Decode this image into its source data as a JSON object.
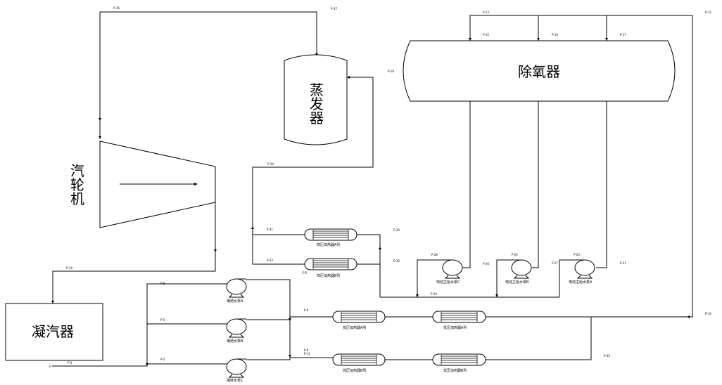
{
  "equipment": {
    "turbine": "汽轮机",
    "steam_generator": "蒸发器",
    "deaerator": "除氧器",
    "condenser": "凝汽器",
    "condensate_pump_a": "凝结水泵A",
    "condensate_pump_b": "凝结水泵B",
    "condensate_pump_c": "凝结水泵C",
    "hp_heater_a": "高压加热器A列",
    "hp_heater_b": "高压加热器B列",
    "lp_heater_a1": "低压加热器A列",
    "lp_heater_a2": "低压加热器A列",
    "lp_heater_b1": "低压加热器B列",
    "lp_heater_b2": "低压加热器B列",
    "fw_pump_a": "电动主给水泵A",
    "fw_pump_b": "电动主给水泵B",
    "fw_pump_c": "电动主给水泵C"
  },
  "pipes": {
    "p36": "P-36",
    "p37": "P-37",
    "p13": "P-13",
    "p15": "P-15",
    "p16": "P-16",
    "p17": "P-17",
    "p12_top": "P-12",
    "p18": "P-18",
    "p34": "P-34",
    "p31": "P-31",
    "p33": "P-33",
    "p5_hp": "P-5",
    "p30": "P-30",
    "p30b": "P-30",
    "p28": "P-28",
    "p25": "P-25",
    "p26": "P-26",
    "p20": "P-20",
    "p27": "P-27",
    "p21": "P-21",
    "p24": "P-24",
    "p10": "P-10",
    "p8": "P-8",
    "p14": "P-14",
    "p6": "P-6",
    "p5": "P-5",
    "p2": "P-2",
    "p3": "P-3",
    "p9": "P-9",
    "p11": "P-11",
    "p35": "P-35",
    "e": "E"
  }
}
